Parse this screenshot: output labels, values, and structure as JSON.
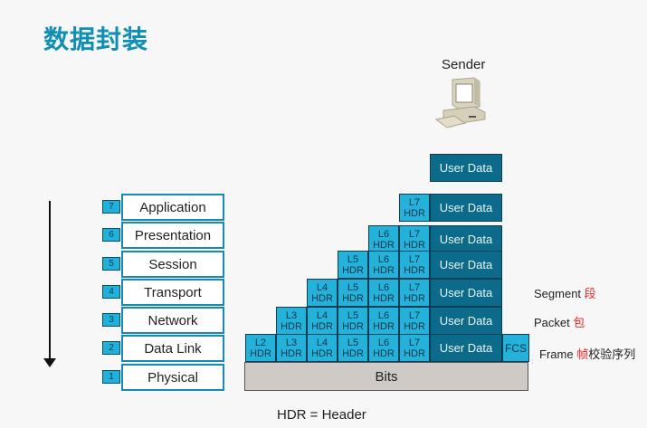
{
  "title": "数据封装",
  "sender": {
    "label": "Sender",
    "icon": "computer-icon"
  },
  "layers": [
    {
      "num": "7",
      "name": "Application"
    },
    {
      "num": "6",
      "name": "Presentation"
    },
    {
      "num": "5",
      "name": "Session"
    },
    {
      "num": "4",
      "name": "Transport"
    },
    {
      "num": "3",
      "name": "Network"
    },
    {
      "num": "2",
      "name": "Data Link"
    },
    {
      "num": "1",
      "name": "Physical"
    }
  ],
  "stack": {
    "top_data": "User Data",
    "rows": [
      {
        "headers": [
          "L7 HDR"
        ],
        "data": "User Data"
      },
      {
        "headers": [
          "L6 HDR",
          "L7 HDR"
        ],
        "data": "User Data"
      },
      {
        "headers": [
          "L5 HDR",
          "L6 HDR",
          "L7 HDR"
        ],
        "data": "User Data"
      },
      {
        "headers": [
          "L4 HDR",
          "L5 HDR",
          "L6 HDR",
          "L7 HDR"
        ],
        "data": "User Data"
      },
      {
        "headers": [
          "L3 HDR",
          "L4 HDR",
          "L5 HDR",
          "L6 HDR",
          "L7 HDR"
        ],
        "data": "User Data"
      },
      {
        "headers": [
          "L2 HDR",
          "L3 HDR",
          "L4 HDR",
          "L5 HDR",
          "L6 HDR",
          "L7 HDR"
        ],
        "data": "User Data",
        "trailer": "FCS"
      }
    ],
    "bits": "Bits"
  },
  "annotations": {
    "segment": {
      "en": "Segment",
      "cn": "段"
    },
    "packet": {
      "en": "Packet",
      "cn": "包"
    },
    "frame": {
      "en": "Frame",
      "cn": "帧",
      "extra": "校验序列"
    }
  },
  "legend": "HDR = Header",
  "colors": {
    "title": "#0f8fb3",
    "header_cell": "#24b2da",
    "data_cell": "#0c6a8a",
    "cn_label": "#e52a2a"
  }
}
